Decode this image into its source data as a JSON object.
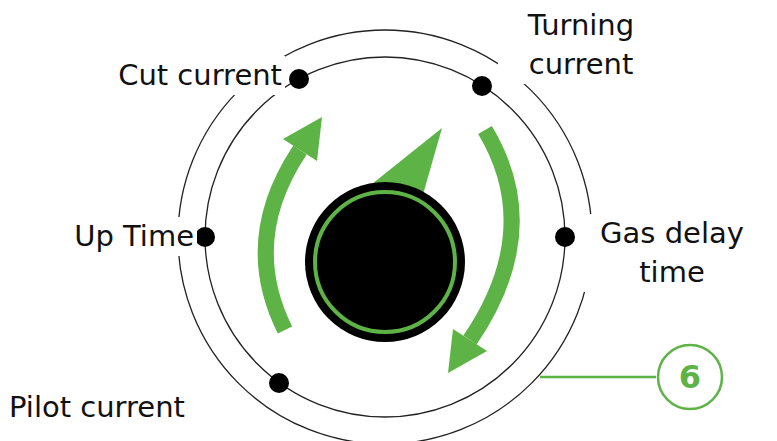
{
  "diagram": {
    "nodes": [
      {
        "text": [
          "6"
        ]
      }
    ],
    "labels": [
      "Cut current",
      "Turning current",
      "Up Time",
      "Gas delay time",
      "Pilot current"
    ]
  }
}
